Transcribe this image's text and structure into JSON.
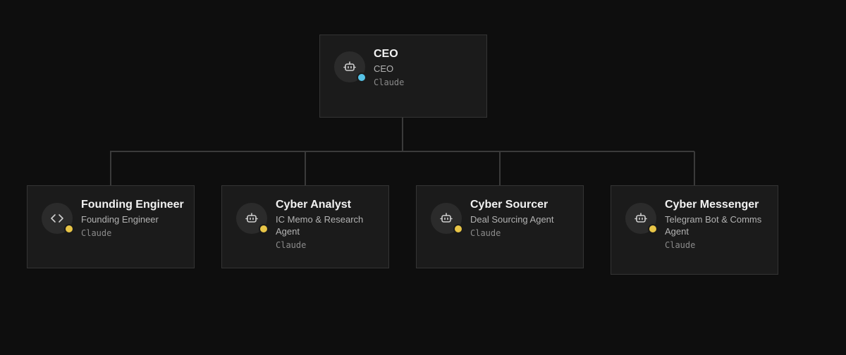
{
  "colors": {
    "background": "#0e0e0e",
    "card_background": "#1b1b1b",
    "card_border": "#343434",
    "connector": "#3a3a3a",
    "status_active": "#56c2e6",
    "status_idle": "#e8c547"
  },
  "org": {
    "root": {
      "name": "CEO",
      "role": "CEO",
      "model": "Claude",
      "icon": "robot-icon",
      "status_color": "#56c2e6"
    },
    "reports": [
      {
        "name": "Founding Engineer",
        "role": "Founding Engineer",
        "model": "Claude",
        "icon": "code-icon",
        "status_color": "#e8c547"
      },
      {
        "name": "Cyber Analyst",
        "role": "IC Memo & Research Agent",
        "model": "Claude",
        "icon": "robot-icon",
        "status_color": "#e8c547"
      },
      {
        "name": "Cyber Sourcer",
        "role": "Deal Sourcing Agent",
        "model": "Claude",
        "icon": "robot-icon",
        "status_color": "#e8c547"
      },
      {
        "name": "Cyber Messenger",
        "role": "Telegram Bot & Comms Agent",
        "model": "Claude",
        "icon": "robot-icon",
        "status_color": "#e8c547"
      }
    ]
  }
}
